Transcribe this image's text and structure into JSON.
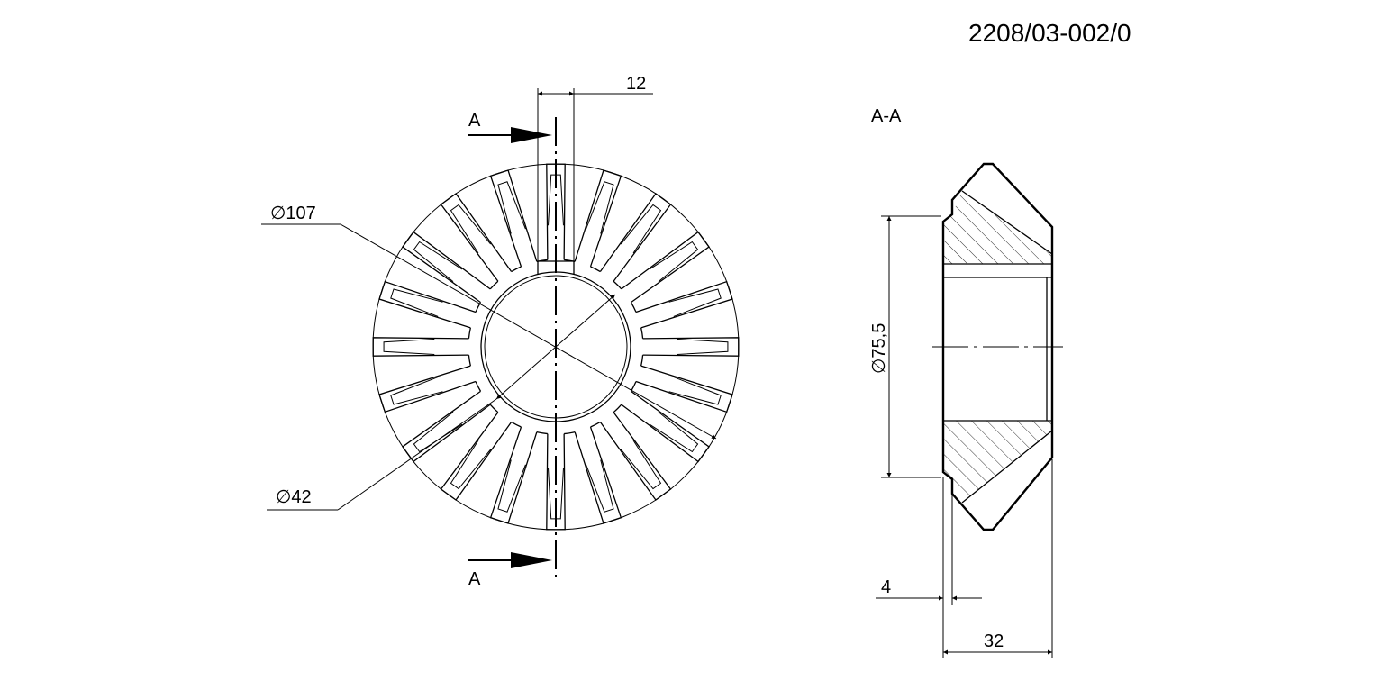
{
  "drawing_number": "2208/03-002/0",
  "section_title": "A-A",
  "section_marks": {
    "top": "A",
    "bottom": "A"
  },
  "dimensions": {
    "key_width": "12",
    "outer_diameter": "107",
    "bore_diameter": "42",
    "hub_diameter": "75,5",
    "hub_step": "4",
    "total_width": "32"
  },
  "diameter_symbol": "∅",
  "gear": {
    "teeth": 20
  }
}
